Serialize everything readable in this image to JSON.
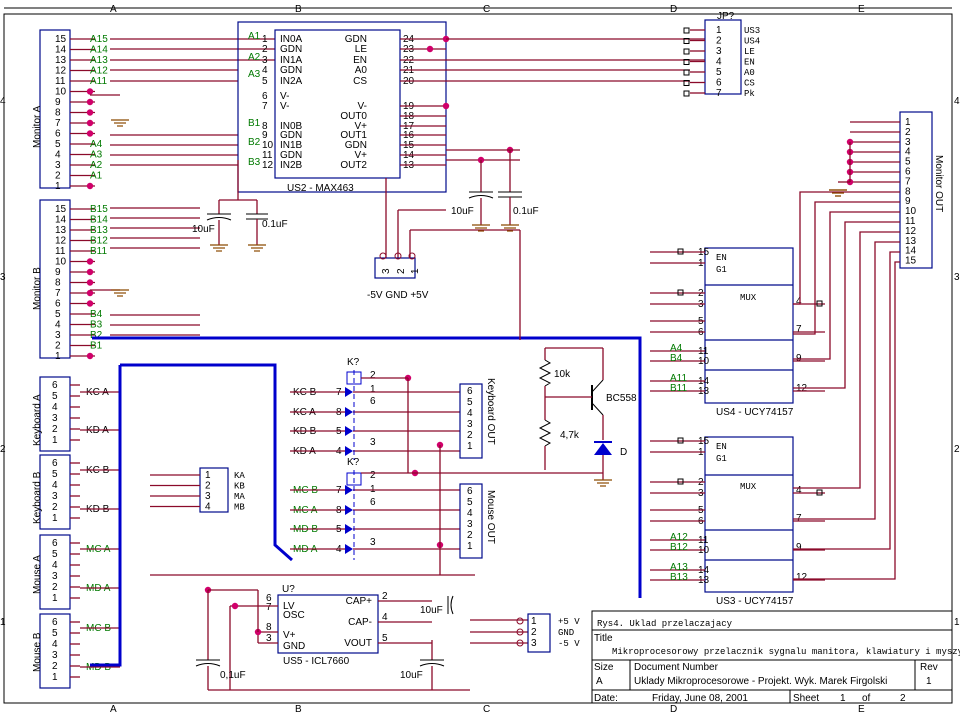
{
  "frame": {
    "cols_top": [
      "A",
      "B",
      "C",
      "D",
      "E"
    ],
    "cols_bottom": [
      "A",
      "B",
      "C",
      "D",
      "E"
    ],
    "rows": [
      "4",
      "3",
      "2",
      "1"
    ]
  },
  "connectors": {
    "monitor_a": {
      "title": "Monitor A",
      "pins": [
        "15",
        "14",
        "13",
        "12",
        "11",
        "10",
        "9",
        "8",
        "7",
        "6",
        "5",
        "4",
        "3",
        "2",
        "1"
      ],
      "nets": [
        "A15",
        "A14",
        "A13",
        "A12",
        "A11",
        "",
        "",
        "",
        "",
        "",
        "A4",
        "A3",
        "A2",
        "A1",
        ""
      ]
    },
    "monitor_b": {
      "title": "Monitor B",
      "pins": [
        "15",
        "14",
        "13",
        "12",
        "11",
        "10",
        "9",
        "8",
        "7",
        "6",
        "5",
        "4",
        "3",
        "2",
        "1"
      ],
      "nets": [
        "B15",
        "B14",
        "B13",
        "B12",
        "B11",
        "",
        "",
        "",
        "",
        "",
        "B4",
        "B3",
        "B2",
        "B1",
        ""
      ]
    },
    "keyboard_a": {
      "title": "Keyboard A",
      "pins": [
        "6",
        "5",
        "4",
        "3",
        "2",
        "1"
      ],
      "nets": [
        "KC A",
        "KD A"
      ]
    },
    "keyboard_b": {
      "title": "Keyboard B",
      "pins": [
        "6",
        "5",
        "4",
        "3",
        "2",
        "1"
      ],
      "nets": [
        "KC B",
        "KD B"
      ]
    },
    "mouse_a": {
      "title": "Mouse A",
      "pins": [
        "6",
        "5",
        "4",
        "3",
        "2",
        "1"
      ],
      "nets": [
        "MC A",
        "MD A"
      ]
    },
    "mouse_b": {
      "title": "Mouse B",
      "pins": [
        "6",
        "5",
        "4",
        "3",
        "2",
        "1"
      ],
      "nets": [
        "MC B",
        "MD B"
      ]
    },
    "monitor_out": {
      "title": "Monitor OUT",
      "pins": [
        "1",
        "2",
        "3",
        "4",
        "5",
        "6",
        "7",
        "8",
        "9",
        "10",
        "11",
        "12",
        "13",
        "14",
        "15"
      ]
    },
    "keyboard_out": {
      "title": "Keyboard OUT",
      "pins": [
        "6",
        "5",
        "4",
        "3",
        "2",
        "1"
      ]
    },
    "mouse_out": {
      "title": "Mouse OUT",
      "pins": [
        "6",
        "5",
        "4",
        "3",
        "2",
        "1"
      ]
    },
    "jp": {
      "ref": "JP?",
      "pins": [
        "1",
        "2",
        "3",
        "4",
        "5",
        "6",
        "7"
      ],
      "labels": [
        "US3",
        "US4",
        "LE",
        "EN",
        "A0",
        "CS",
        "Pk"
      ]
    },
    "kbd_sel": {
      "pins": [
        "1",
        "2",
        "3",
        "4"
      ],
      "labels": [
        "KA",
        "KB",
        "MA",
        "MB"
      ]
    },
    "pwr_in": {
      "pins": [
        "3",
        "2",
        "1"
      ],
      "label": "-5V GND +5V"
    },
    "pwr_out": {
      "pins": [
        "1",
        "2",
        "3"
      ],
      "labels": [
        "+5 V",
        "GND",
        "-5 V"
      ]
    }
  },
  "chips": {
    "us2": {
      "name": "US2 - MAX463",
      "left_pins": [
        "1",
        "2",
        "3",
        "4",
        "5",
        "6",
        "7",
        "8",
        "9",
        "10",
        "11",
        "12"
      ],
      "left_names": [
        "IN0A",
        "GDN",
        "IN1A",
        "GDN",
        "IN2A",
        "V-",
        "V-",
        "IN0B",
        "GDN",
        "IN1B",
        "GDN",
        "IN2B"
      ],
      "right_pins": [
        "24",
        "23",
        "22",
        "21",
        "20",
        "19",
        "18",
        "17",
        "16",
        "15",
        "14",
        "13"
      ],
      "right_names": [
        "GDN",
        "LE",
        "EN",
        "A0",
        "CS",
        "V-",
        "OUT0",
        "V+",
        "OUT1",
        "GDN",
        "V+",
        "OUT2"
      ],
      "left_nets": [
        "A1",
        "A2",
        "A3",
        "B1",
        "B2",
        "B3"
      ]
    },
    "us5": {
      "ref": "U?",
      "name": "US5 - ICL7660",
      "left_pins": [
        "6",
        "7",
        "8",
        "3"
      ],
      "left_names": [
        "LV",
        "OSC",
        "V+",
        "GND"
      ],
      "right_pins": [
        "2",
        "4",
        "5"
      ],
      "right_names": [
        "CAP+",
        "CAP-",
        "VOUT"
      ]
    },
    "us4": {
      "name": "US4 - UCY74157",
      "en": "EN",
      "g1": "G1",
      "mux": "MUX",
      "in_pins": [
        "15",
        "1",
        "2",
        "3",
        "5",
        "6",
        "11",
        "10",
        "14",
        "13"
      ],
      "out_pins": [
        "4",
        "7",
        "9",
        "12"
      ],
      "nets": [
        "A4",
        "B4",
        "A11",
        "B11"
      ]
    },
    "us3": {
      "name": "US3 - UCY74157",
      "en": "EN",
      "g1": "G1",
      "mux": "MUX",
      "in_pins": [
        "15",
        "1",
        "2",
        "3",
        "5",
        "6",
        "11",
        "10",
        "14",
        "13"
      ],
      "out_pins": [
        "4",
        "7",
        "9",
        "12"
      ],
      "nets": [
        "A12",
        "B12",
        "A13",
        "B13"
      ]
    }
  },
  "parts": {
    "c_10u_left": "10uF",
    "c_01u_left": "0.1uF",
    "c_10u_right": "10uF",
    "c_01u_right": "0.1uF",
    "c_10u_cap": "10uF",
    "c_01u_bottom": "0,1uF",
    "c_10u_bottom": "10uF",
    "r_10k": "10k",
    "r_47k": "4,7k",
    "q": "BC558",
    "d": "D",
    "k1": "K?",
    "k2": "K?",
    "relay_nets": [
      "KC B",
      "KC A",
      "KD B",
      "KD A",
      "MC B",
      "MC A",
      "MD B",
      "MD A"
    ],
    "relay_pins_left": [
      "7",
      "8",
      "5",
      "4",
      "7",
      "8",
      "5",
      "4"
    ],
    "relay_pins_right": [
      "2",
      "1",
      "6",
      "3",
      "2",
      "1",
      "6",
      "3"
    ]
  },
  "title_block": {
    "title_label": "Title",
    "heading": "Rys4. Uklad  przelaczajacy",
    "subtitle": "Mikroprocesorowy przelacznik sygnalu manitora, klawiatury i myszy.",
    "size_label": "Size",
    "size": "A",
    "docnum_label": "Document Number",
    "docnum": "Uklady Mikroprocesorowe - Projekt.  Wyk. Marek Firgolski",
    "rev_label": "Rev",
    "rev": "1",
    "date_label": "Date:",
    "date": "Friday, June 08, 2001",
    "sheet": "Sheet",
    "sheet_no": "1",
    "of": "of",
    "sheet_total": "2"
  },
  "colors": {
    "wire": "#8b0a2a",
    "bus": "#0000cc",
    "dot": "#d0006a",
    "green_net": "#007a00"
  }
}
